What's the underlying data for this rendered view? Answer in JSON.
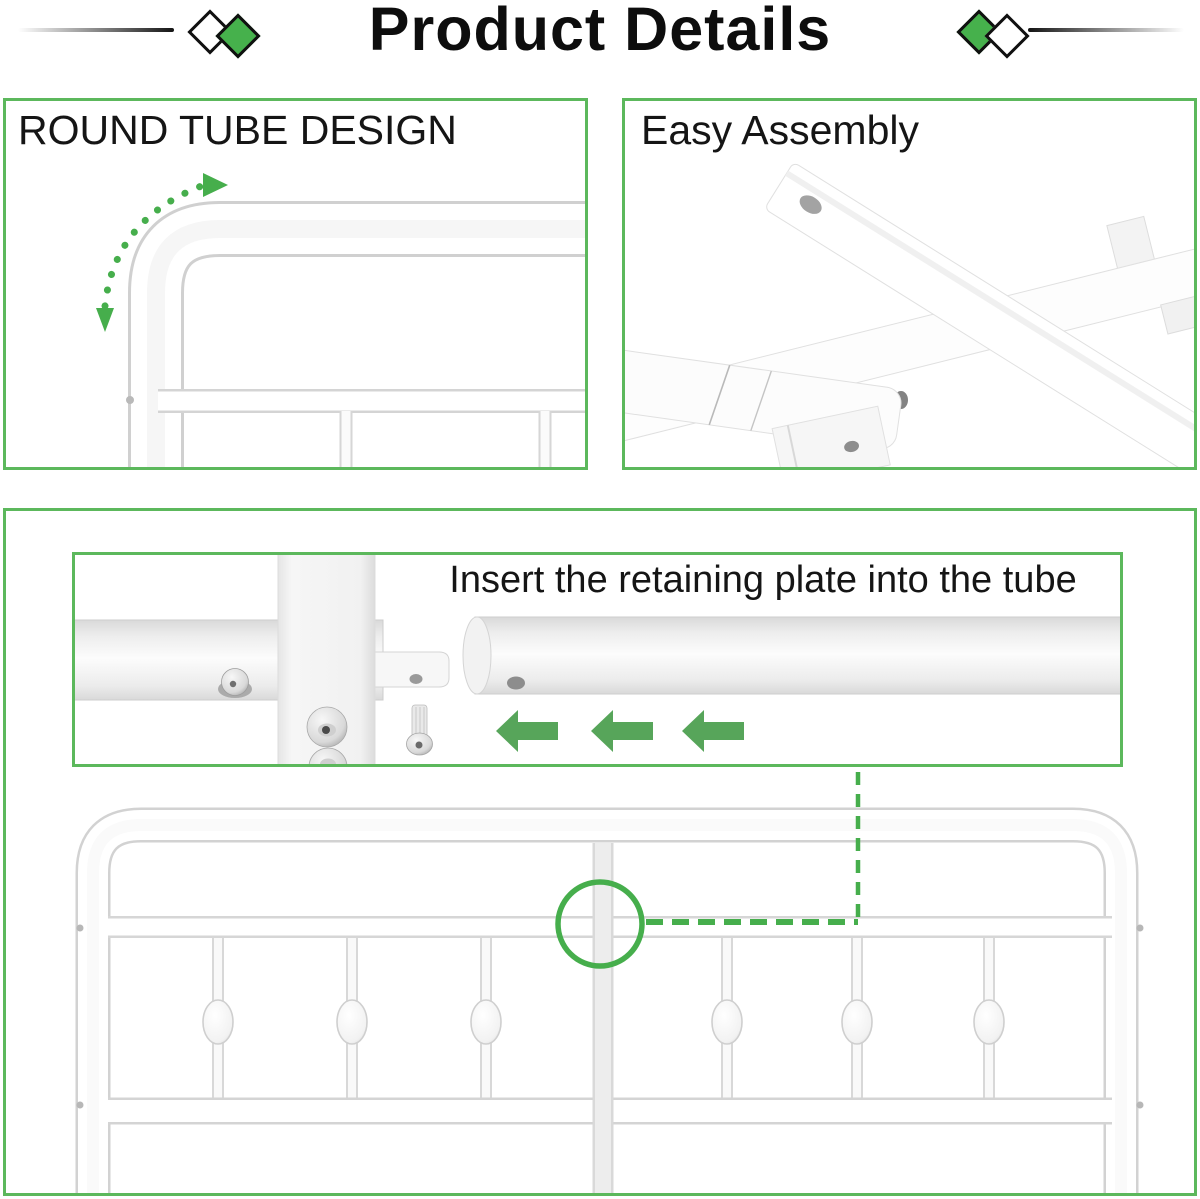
{
  "header": {
    "title": "Product Details",
    "decor": {
      "left_rule_icon": "fading-horizontal-line",
      "right_rule_icon": "fading-horizontal-line",
      "diamond_icons": [
        "white-diamond",
        "green-diamond",
        "green-diamond",
        "white-diamond"
      ]
    }
  },
  "panels": {
    "round_tube": {
      "title": "ROUND TUBE DESIGN",
      "annotation_icon": "dotted-curve-arrow"
    },
    "easy_assembly": {
      "title": "Easy Assembly"
    },
    "insert_instruction": {
      "caption": "Insert the retaining plate into the tube",
      "arrow_icons": [
        "left-arrow",
        "left-arrow",
        "left-arrow"
      ]
    },
    "headboard": {
      "callout_icons": [
        "green-circle-highlight",
        "dashed-leader-line"
      ]
    }
  },
  "colors": {
    "panel_border_green": "#5cb85c",
    "accent_green": "#46ae4c",
    "arrow_green": "#57a55a",
    "diamond_green": "#46b14c",
    "text_black": "#111111",
    "metal_white": "#ffffff",
    "metal_edge_gray": "#d2d2d2"
  }
}
